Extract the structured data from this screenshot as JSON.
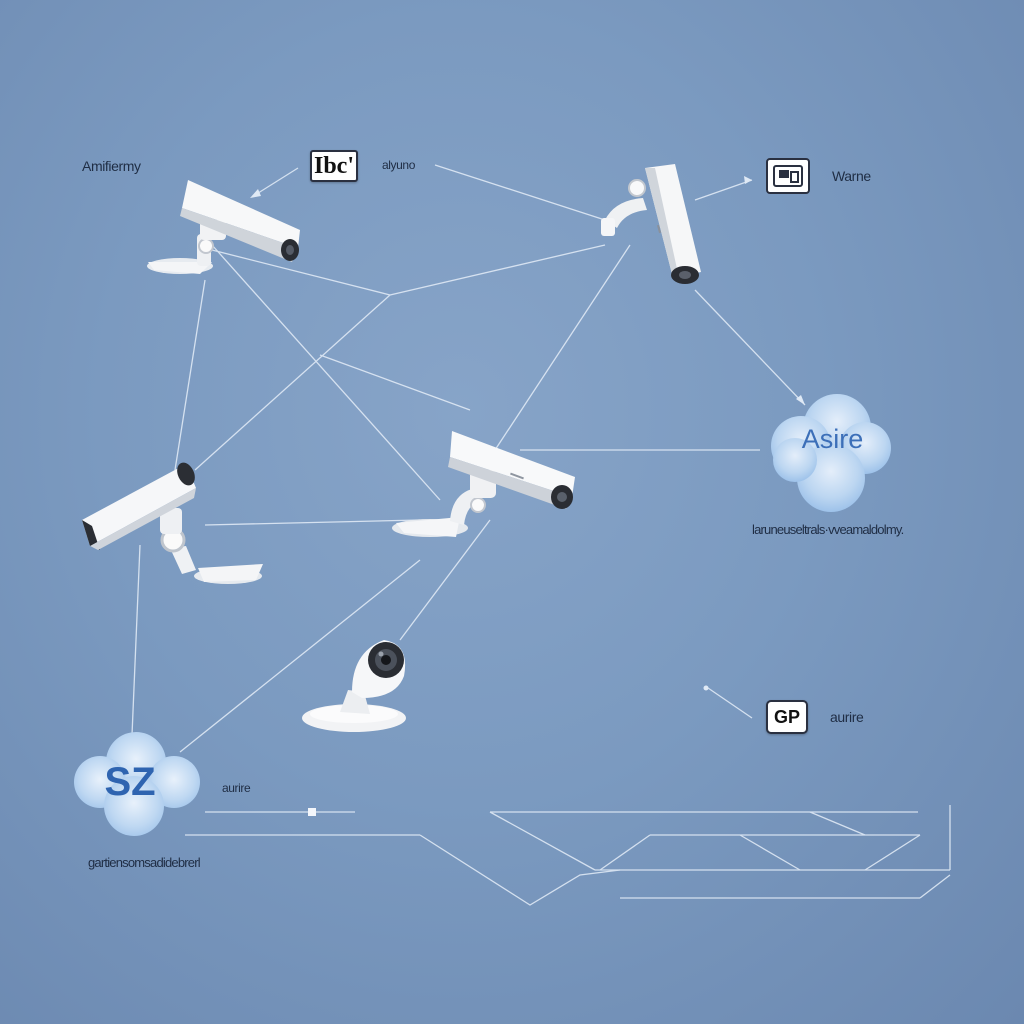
{
  "labels": {
    "top_left": "Amifiermy",
    "top_mid": "alyuno",
    "top_right": "Warne",
    "mid_right": "laruneuseltrals·vveamaldolmy.",
    "bottom_right": "aurire",
    "bottom_left": "aurire",
    "bottom_left_caption": "gartiensomsadidebrerl"
  },
  "boxes": {
    "top_mid": "Ibc'",
    "bottom_right": "GP"
  },
  "clouds": {
    "right": "Asire",
    "left": "SZ"
  },
  "colors": {
    "background": "#7b9ac0",
    "wire": "#dfe9f5",
    "cloud": "#bcd6f1",
    "cloud_text_right": "#3c6fb8",
    "cloud_text_left": "#2f64b0",
    "camera_body": "#f2f3f5",
    "label_text": "#1f2d44"
  },
  "icons": [
    "cctv-camera-icon",
    "dome-camera-icon",
    "cloud-icon",
    "router-icon"
  ]
}
